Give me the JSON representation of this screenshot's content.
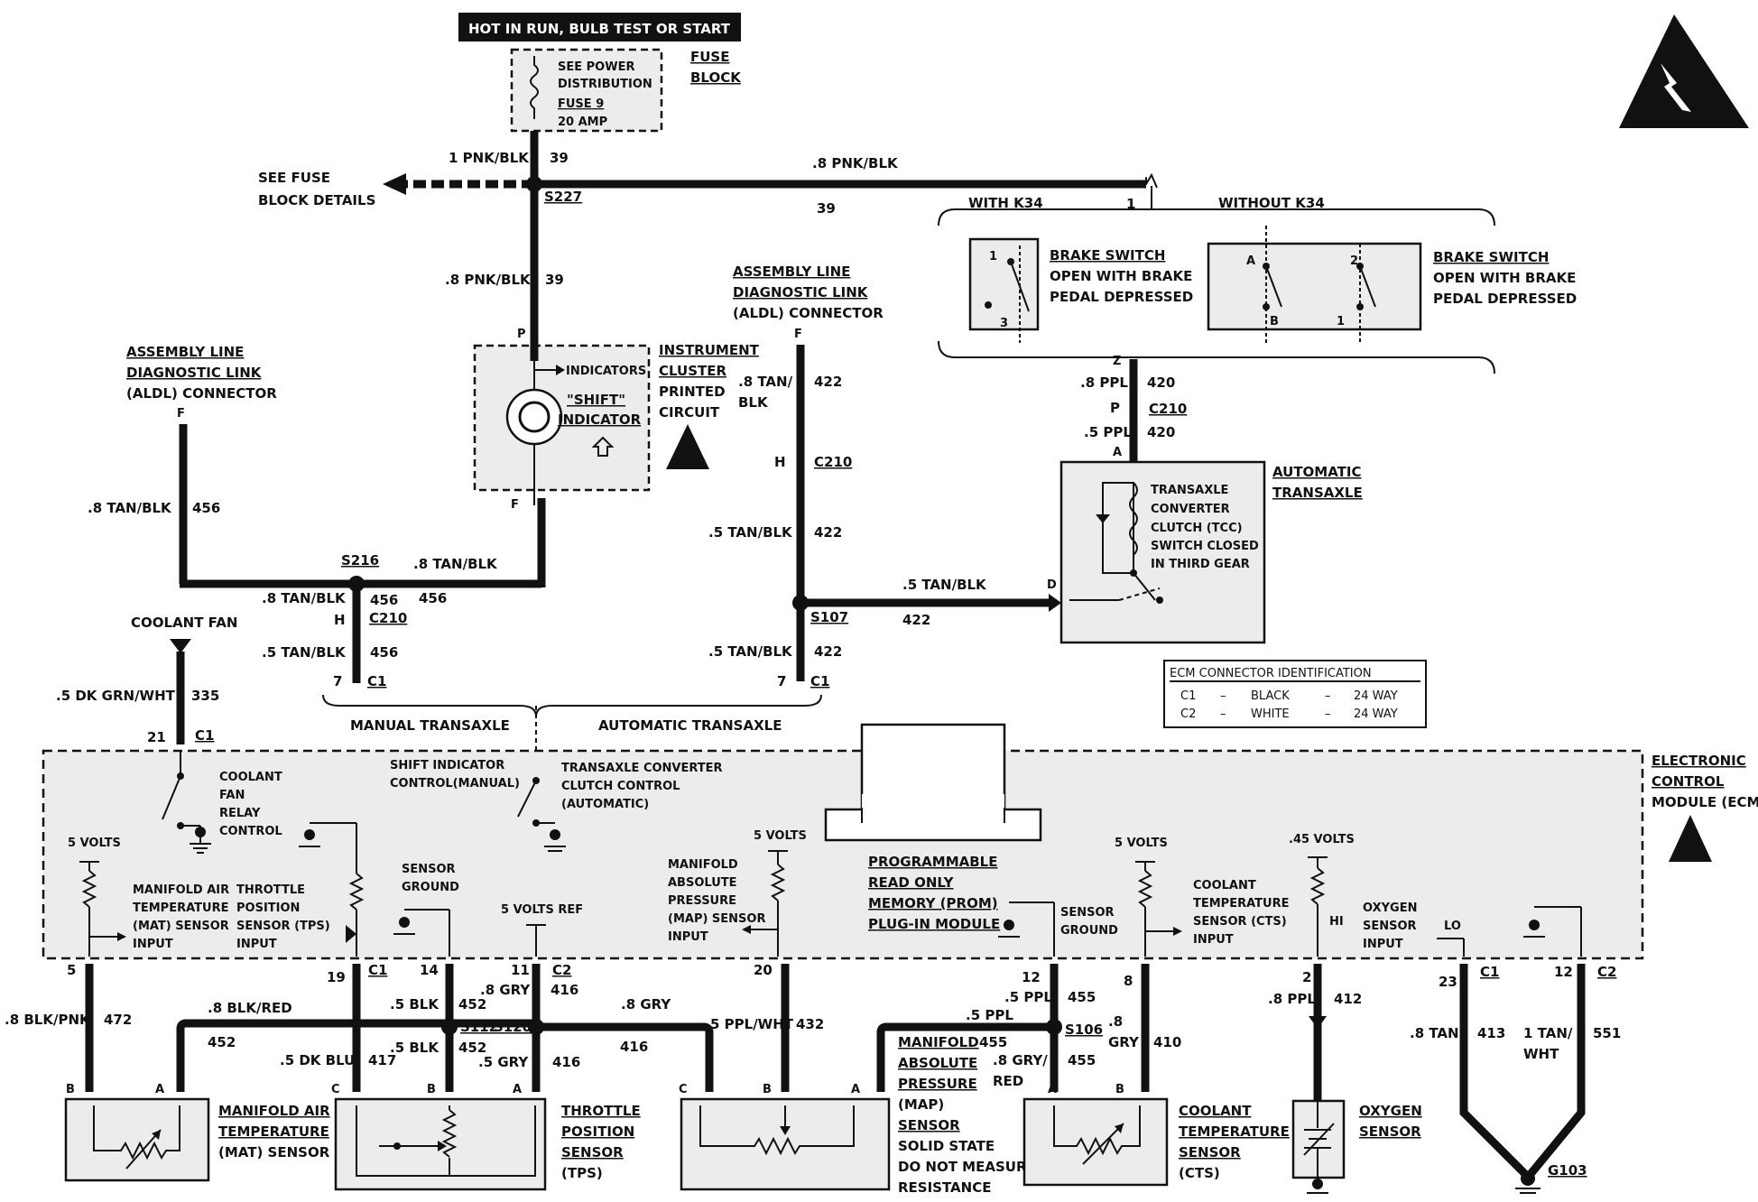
{
  "header": {
    "power_label": "HOT IN RUN, BULB TEST OR START"
  },
  "fuse": {
    "block_label_1": "FUSE",
    "block_label_2": "BLOCK",
    "line1": "SEE POWER",
    "line2": "DISTRIBUTION",
    "fuse_name": "FUSE 9",
    "rating": "20 AMP"
  },
  "top_wires": {
    "w1_gauge": "1 PNK/BLK",
    "w1_circuit": "39",
    "w2_gauge": ".8 PNK/BLK",
    "w2_circuit": "39",
    "see_fuse_1": "SEE FUSE",
    "see_fuse_2": "BLOCK DETAILS",
    "splice_s227": "S227",
    "down_gauge": ".8 PNK/BLK",
    "down_circuit": "39",
    "k34_pin": "1"
  },
  "brake": {
    "with_label": "WITH K34",
    "without_label": "WITHOUT K34",
    "sw1_l1": "BRAKE SWITCH",
    "sw1_l2": "OPEN WITH BRAKE",
    "sw1_l3": "PEDAL DEPRESSED",
    "sw2_l1": "BRAKE SWITCH",
    "sw2_l2": "OPEN WITH BRAKE",
    "sw2_l3": "PEDAL DEPRESSED",
    "pin_1": "1",
    "pin_3": "3",
    "pin_a": "A",
    "pin_b": "B",
    "pin_2": "2",
    "pin_1b": "1"
  },
  "transaxle_feed": {
    "pin_z": "Z",
    "g1": ".8 PPL",
    "c1": "420",
    "pin_p": "P",
    "conn": "C210",
    "g2": ".5 PPL",
    "c2": "420",
    "pin_a": "A"
  },
  "auto_transaxle": {
    "title_1": "AUTOMATIC",
    "title_2": "TRANSAXLE",
    "d1": "TRANSAXLE",
    "d2": "CONVERTER",
    "d3": "CLUTCH (TCC)",
    "d4": "SWITCH CLOSED",
    "d5": "IN THIRD GEAR",
    "pin_d": "D"
  },
  "aldl_right": {
    "t1": "ASSEMBLY LINE",
    "t2": "DIAGNOSTIC LINK",
    "t3": "(ALDL) CONNECTOR",
    "pin_f": "F",
    "g1a": ".8 TAN/",
    "g1b": "BLK",
    "c1": "422",
    "pin_h": "H",
    "conn": "C210",
    "g2": ".5 TAN/BLK",
    "c2": "422",
    "g3": ".5 TAN/BLK",
    "c3": "422",
    "splice": "S107",
    "g4": ".5 TAN/BLK",
    "c4": "422",
    "pin_7": "7",
    "conn_c1": "C1"
  },
  "aldl_left": {
    "t1": "ASSEMBLY LINE",
    "t2": "DIAGNOSTIC LINK",
    "t3": "(ALDL) CONNECTOR",
    "pin_f": "F",
    "g1": ".8 TAN/BLK",
    "c1": "456"
  },
  "cluster": {
    "t1": "INSTRUMENT",
    "t2": "CLUSTER",
    "t3": "PRINTED",
    "t4": "CIRCUIT",
    "indicators": "INDICATORS",
    "shift_1": "\"SHIFT\"",
    "shift_2": "INDICATOR",
    "pin_p": "P",
    "pin_f": "F"
  },
  "shift_wires": {
    "splice": "S216",
    "g_top": ".8 TAN/BLK",
    "g_left": ".8 TAN/BLK",
    "c_a": "456",
    "c_b": "456",
    "pin_h": "H",
    "conn": "C210",
    "g_down": ".5 TAN/BLK",
    "c_down": "456",
    "pin_7": "7",
    "conn_c1": "C1"
  },
  "coolant_fan": {
    "label": "COOLANT FAN",
    "gauge": ".5 DK GRN/WHT",
    "circuit": "335",
    "pin": "21",
    "conn": "C1"
  },
  "transaxle_split": {
    "manual": "MANUAL TRANSAXLE",
    "auto": "AUTOMATIC TRANSAXLE"
  },
  "ecm_id": {
    "title": "ECM CONNECTOR IDENTIFICATION",
    "rows": [
      {
        "conn": "C1",
        "dash1": "–",
        "color": "BLACK",
        "dash2": "–",
        "ways": "24 WAY"
      },
      {
        "conn": "C2",
        "dash1": "–",
        "color": "WHITE",
        "dash2": "–",
        "ways": "24 WAY"
      }
    ]
  },
  "ecm": {
    "title_1": "ELECTRONIC",
    "title_2": "CONTROL",
    "title_3": "MODULE (ECM)",
    "fan_1": "COOLANT",
    "fan_2": "FAN",
    "fan_3": "RELAY",
    "fan_4": "CONTROL",
    "shift_1": "SHIFT INDICATOR",
    "shift_2": "CONTROL(MANUAL)",
    "tcc_1": "TRANSAXLE CONVERTER",
    "tcc_2": "CLUTCH CONTROL",
    "tcc_3": "(AUTOMATIC)",
    "v5_a": "5 VOLTS",
    "mat_1": "MANIFOLD AIR",
    "mat_2": "TEMPERATURE",
    "mat_3": "(MAT) SENSOR",
    "mat_4": "INPUT",
    "tps_1": "THROTTLE",
    "tps_2": "POSITION",
    "tps_3": "SENSOR (TPS)",
    "tps_4": "INPUT",
    "sg_1": "SENSOR",
    "sg_2": "GROUND",
    "ref": "5 VOLTS REF",
    "map_1": "MANIFOLD",
    "map_2": "ABSOLUTE",
    "map_3": "PRESSURE",
    "map_4": "(MAP) SENSOR",
    "map_5": "INPUT",
    "v5_b": "5 VOLTS",
    "prom_1": "PROGRAMMABLE",
    "prom_2": "READ ONLY",
    "prom_3": "MEMORY (PROM)",
    "prom_4": "PLUG-IN MODULE",
    "sg2_1": "SENSOR",
    "sg2_2": "GROUND",
    "v5_c": "5 VOLTS",
    "cts_1": "COOLANT",
    "cts_2": "TEMPERATURE",
    "cts_3": "SENSOR (CTS)",
    "cts_4": "INPUT",
    "v45": ".45 VOLTS",
    "hi": "HI",
    "lo": "LO",
    "o2_1": "OXYGEN",
    "o2_2": "SENSOR",
    "o2_3": "INPUT"
  },
  "bottom": {
    "p5": "5",
    "p19": "19",
    "c1_a": "C1",
    "p14": "14",
    "p11": "11",
    "c2_a": "C2",
    "p20": "20",
    "p12": "12",
    "p8": "8",
    "p2": "2",
    "p23": "23",
    "c1_b": "C1",
    "p12b": "12",
    "c2_b": "C2",
    "g472": ".8 BLK/PNK",
    "c472": "472",
    "g452a": ".8 BLK/RED",
    "c452a": "452",
    "g417": ".5 DK BLU",
    "c417": "417",
    "g452b": ".5 BLK",
    "c452b": "452",
    "g452c": ".5 BLK",
    "c452c": "452",
    "s112": "S112",
    "s120": "S120",
    "g416a": ".8 GRY",
    "c416a": "416",
    "g416b": ".8 GRY",
    "g416c": ".5 GRY",
    "c416c": "416",
    "c416d": "416",
    "g432": "5 PPL/WHT",
    "c432": "432",
    "g455a": ".5 PPL",
    "c455a": "455",
    "g455b": ".5 PPL",
    "c455b": "455",
    "s106": "S106",
    "g455c_1": ".8 GRY/",
    "g455c_2": "RED",
    "c455c": "455",
    "g410_1": ".8",
    "g410_2": "GRY",
    "c410": "410",
    "g412": ".8 PPL",
    "c412": "412",
    "g413": ".8 TAN",
    "c413": "413",
    "g551_1": "1 TAN/",
    "g551_2": "WHT",
    "c551": "551",
    "g103": "G103"
  },
  "sensors": {
    "mat_pins": [
      "B",
      "A"
    ],
    "mat_1": "MANIFOLD AIR",
    "mat_2": "TEMPERATURE",
    "mat_3": "(MAT) SENSOR",
    "tps_pins": [
      "C",
      "B",
      "A"
    ],
    "tps_1": "THROTTLE",
    "tps_2": "POSITION",
    "tps_3": "SENSOR",
    "tps_4": "(TPS)",
    "map_pins": [
      "C",
      "B",
      "A"
    ],
    "map_1": "MANIFOLD",
    "map_2": "ABSOLUTE",
    "map_3": "PRESSURE",
    "map_4": "(MAP)",
    "map_5": "SENSOR",
    "map_6": "SOLID STATE",
    "map_7": "DO NOT MEASURE",
    "map_8": "RESISTANCE",
    "cts_pins": [
      "A",
      "B"
    ],
    "cts_1": "COOLANT",
    "cts_2": "TEMPERATURE",
    "cts_3": "SENSOR",
    "cts_4": "(CTS)",
    "o2_1": "OXYGEN",
    "o2_2": "SENSOR"
  }
}
